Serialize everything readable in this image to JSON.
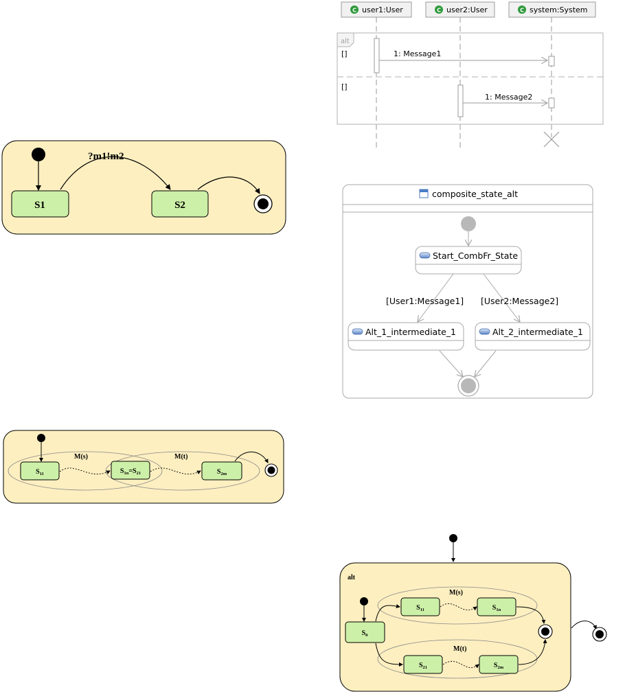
{
  "diagram1": {
    "s1": "S1",
    "s2": "S2",
    "transition_label": "?m1!m2"
  },
  "diagram2": {
    "s11_main": "S",
    "s11_sub": "11",
    "mid_a_main": "S",
    "mid_a_sub": "1n",
    "mid_eq": "=S",
    "mid_b_sub": "21",
    "s2m_main": "S",
    "s2m_sub": "2m",
    "ms_label": "M(s)",
    "mt_label": "M(t)"
  },
  "sequence": {
    "lifelines": [
      "user1:User",
      "user2:User",
      "system:System"
    ],
    "fragment_label": "alt",
    "guard1": "[]",
    "guard2": "[]",
    "message1": "1: Message1",
    "message2": "1: Message2"
  },
  "composite": {
    "title": "composite_state_alt",
    "start_state": "Start_CombFr_State",
    "guard1": "[User1:Message1]",
    "guard2": "[User2:Message2]",
    "alt1": "Alt_1_intermediate_1",
    "alt2": "Alt_2_intermediate_1"
  },
  "diagram4": {
    "alt_label": "alt",
    "s0_main": "S",
    "s0_sub": "0",
    "s11_main": "S",
    "s11_sub": "11",
    "s1n_main": "S",
    "s1n_sub": "1n",
    "s21_main": "S",
    "s21_sub": "21",
    "s2m_main": "S",
    "s2m_sub": "2m",
    "ms_label": "M(s)",
    "mt_label": "M(t)"
  },
  "colors": {
    "panel_fill": "#fdefc0",
    "state_fill": "#cdf0a8",
    "uml_gray": "#a8a8a8"
  }
}
